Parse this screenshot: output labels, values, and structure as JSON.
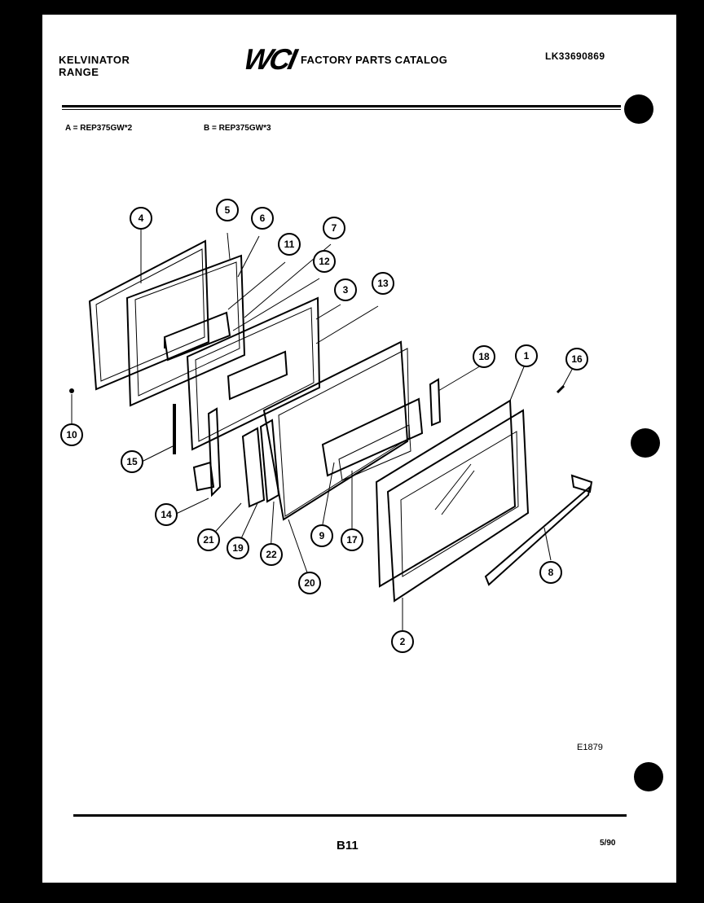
{
  "header": {
    "brand_line1": "KELVINATOR",
    "brand_line2": "RANGE",
    "logo": "WCI",
    "catalog_title": "FACTORY PARTS CATALOG",
    "catalog_number": "LK33690869"
  },
  "models": {
    "a": "A = REP375GW*2",
    "b": "B = REP375GW*3"
  },
  "diagram": {
    "callouts": [
      "4",
      "5",
      "6",
      "7",
      "11",
      "12",
      "3",
      "13",
      "10",
      "15",
      "14",
      "21",
      "19",
      "22",
      "20",
      "9",
      "17",
      "18",
      "1",
      "16",
      "8",
      "2"
    ]
  },
  "footer": {
    "figure_code": "E1879",
    "page_number": "B11",
    "date": "5/90"
  }
}
